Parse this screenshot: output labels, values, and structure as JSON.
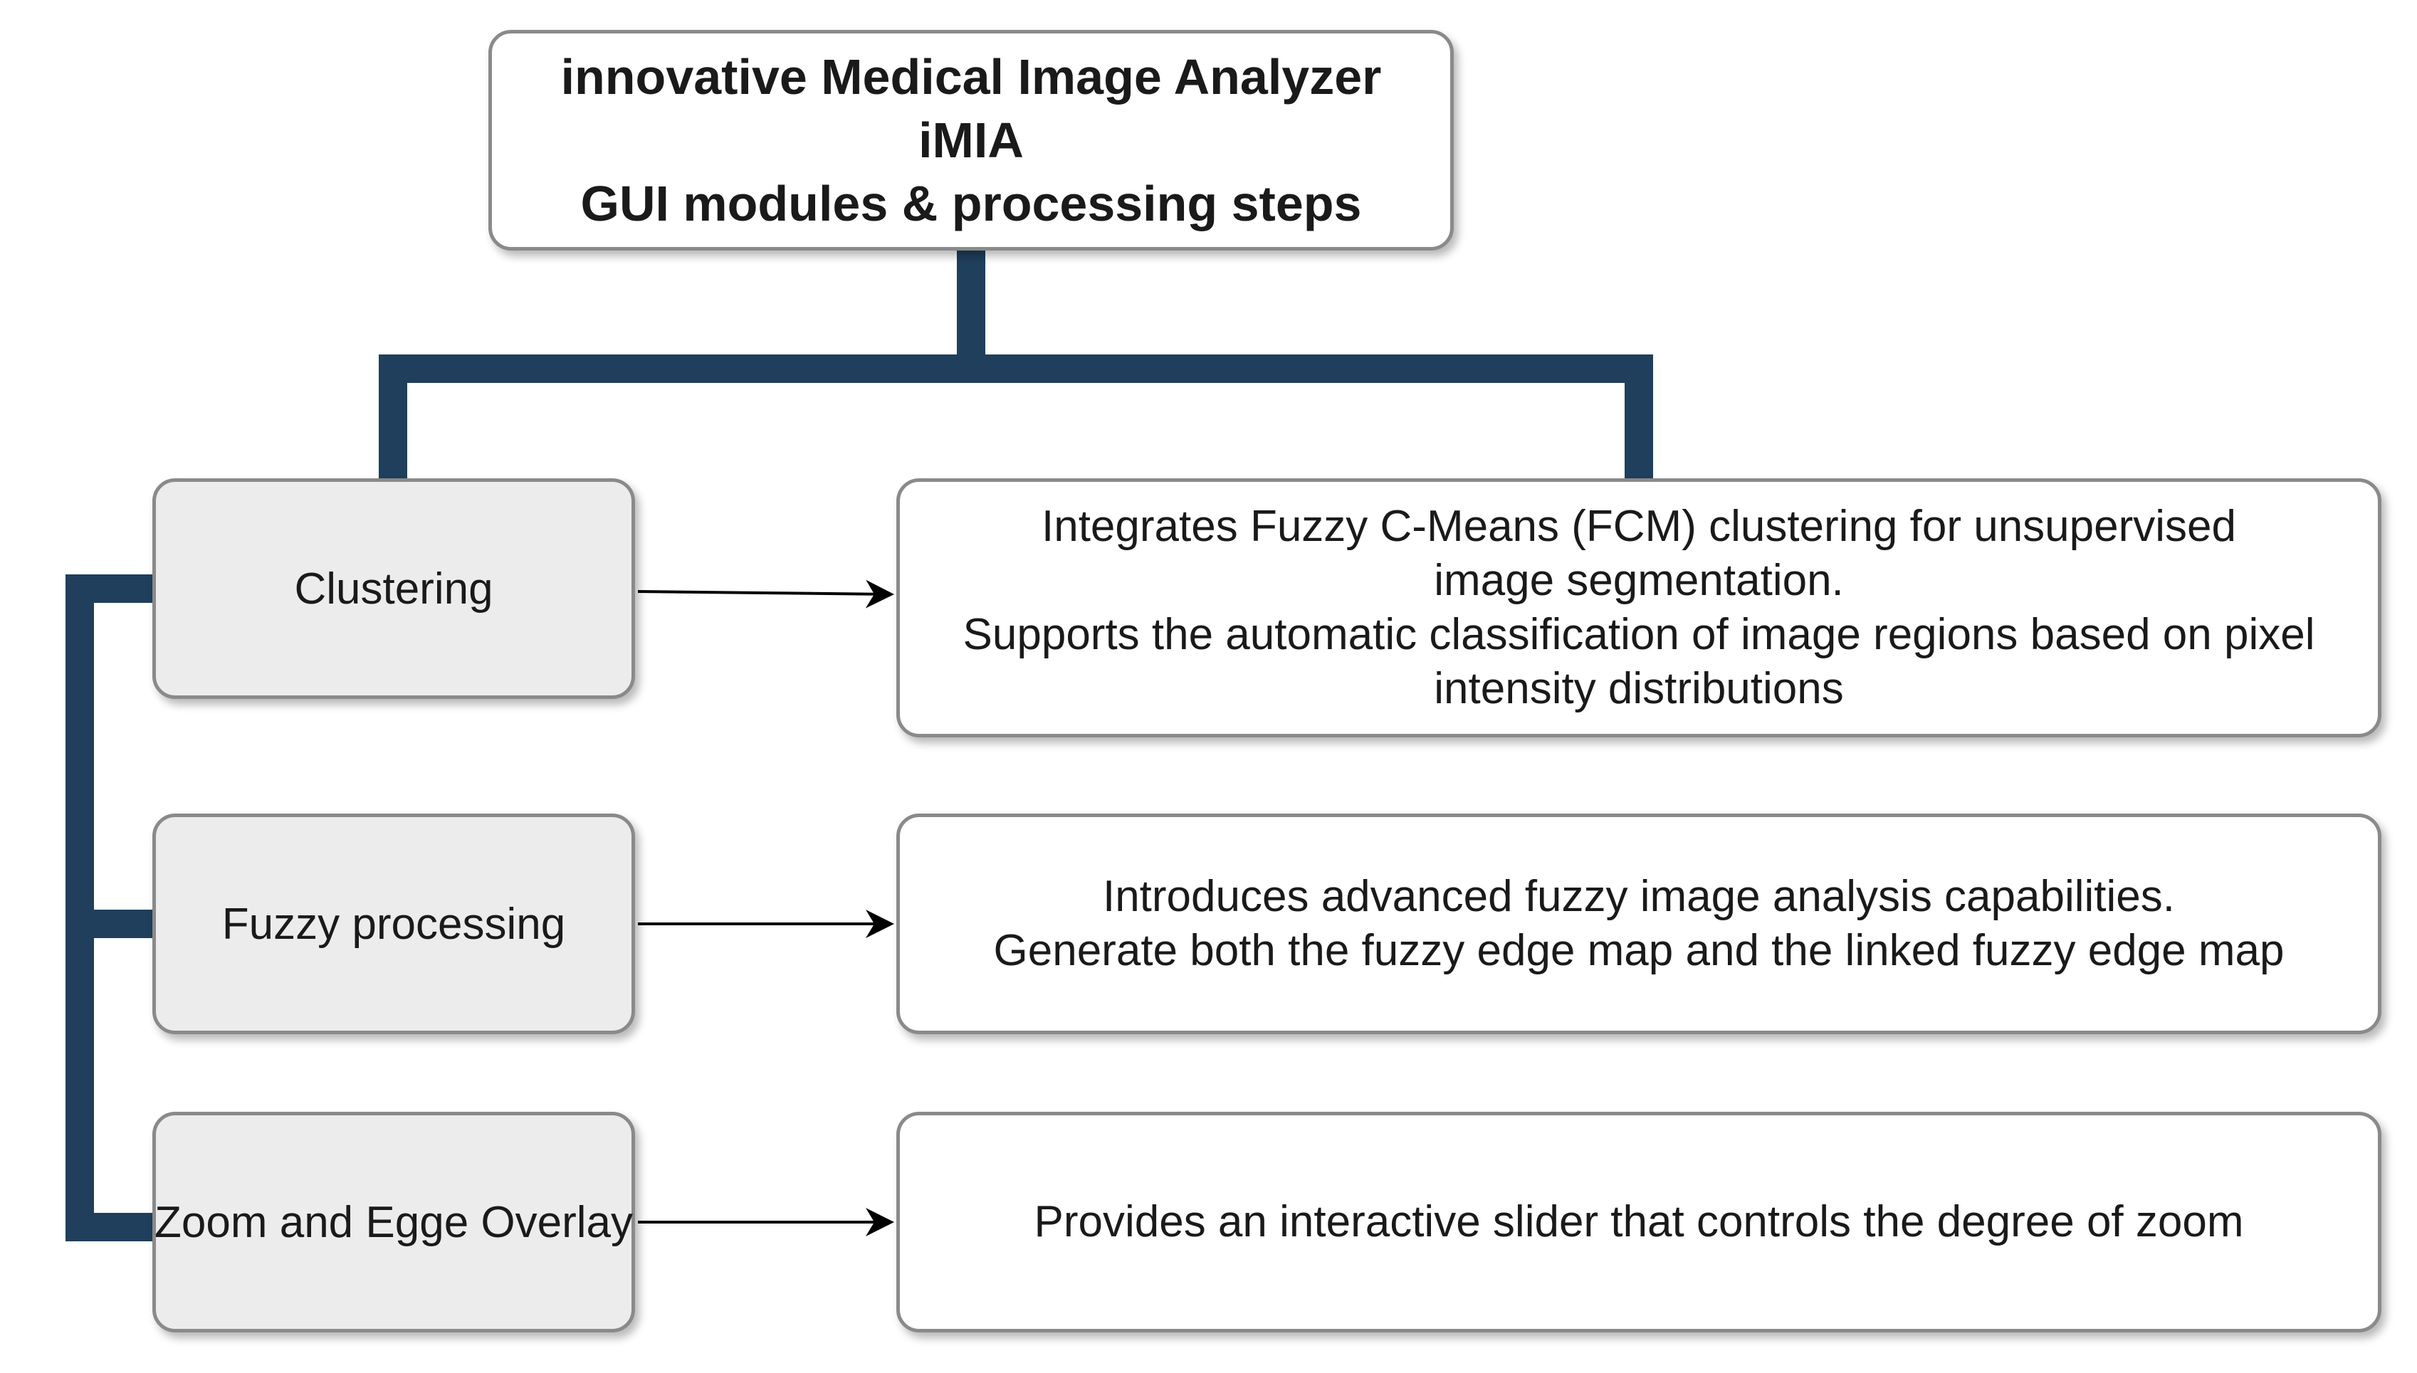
{
  "title": {
    "line1": "innovative Medical Image Analyzer",
    "line2": "iMIA",
    "line3": "GUI modules & processing steps"
  },
  "modules": [
    {
      "label": "Clustering",
      "description": [
        "Integrates Fuzzy C-Means (FCM) clustering for unsupervised",
        "image segmentation.",
        "Supports the automatic classification of image regions based on pixel",
        "intensity distributions"
      ]
    },
    {
      "label": "Fuzzy processing",
      "description": [
        "Introduces advanced fuzzy image analysis capabilities.",
        "Generate both the fuzzy edge map and the linked fuzzy edge map"
      ]
    },
    {
      "label": "Zoom and Egge Overlay",
      "description": [
        "Provides an interactive slider that controls the degree of zoom"
      ]
    }
  ],
  "colors": {
    "connector": "#1f3f5c",
    "module_fill": "#ececec",
    "box_border": "#8a8a8a",
    "arrow": "#000000"
  }
}
